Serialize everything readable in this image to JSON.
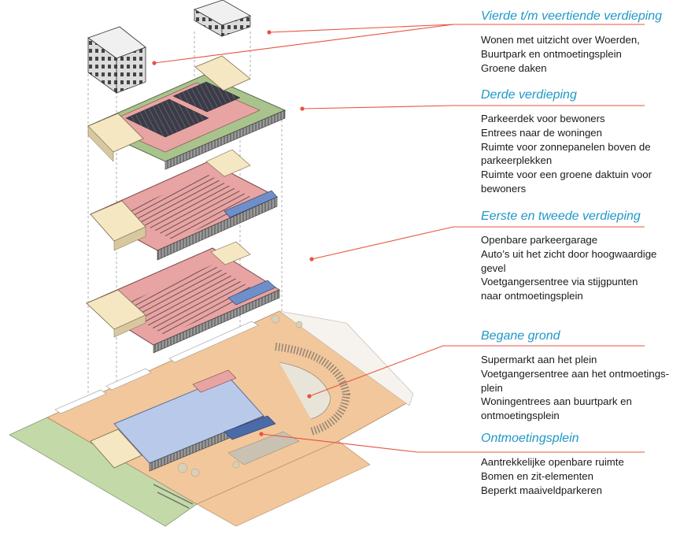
{
  "levels": [
    {
      "id": "vierde",
      "title": "Vierde t/m veertiende verdieping",
      "lines": [
        "Wonen met uitzicht over Woerden,",
        "Buurtpark en ontmoetingsplein",
        "Groene daken"
      ]
    },
    {
      "id": "derde",
      "title": "Derde verdieping",
      "lines": [
        "Parkeerdek voor bewoners",
        "Entrees naar de woningen",
        "Ruimte voor zonnepanelen boven de",
        "parkeerplekken",
        "Ruimte voor een groene daktuin voor",
        "bewoners"
      ]
    },
    {
      "id": "eerste",
      "title": "Eerste en tweede verdieping",
      "lines": [
        "Openbare parkeergarage",
        "Auto’s uit het zicht door hoogwaardige",
        "gevel",
        "Voetgangersentree via stijgpunten",
        "naar ontmoetingsplein"
      ]
    },
    {
      "id": "begane",
      "title": "Begane grond",
      "lines": [
        "Supermarkt aan het plein",
        "Voetgangersentree aan het ontmoetings-",
        "plein",
        "Woningentrees aan buurtpark en",
        "ontmoetingsplein"
      ]
    },
    {
      "id": "plein",
      "title": "Ontmoetingsplein",
      "lines": [
        "Aantrekkelijke openbare ruimte",
        "Bomen en zit-elementen",
        "Beperkt maaiveldparkeren"
      ]
    }
  ],
  "colors": {
    "title": "#1f98c8",
    "leader": "#e8533f",
    "text": "#1a1a1a",
    "parking_deck": "#e8a3a3",
    "supermarket": "#b9c9ea",
    "ground": "#f2c79b",
    "park": "#c4d9a8",
    "green_roof": "#a9c38c",
    "housing": "#f4e7c2"
  },
  "icons": {
    "tower_left": "residential-tower-icon",
    "tower_right": "residential-tower-icon",
    "marker": "leader-dot"
  }
}
